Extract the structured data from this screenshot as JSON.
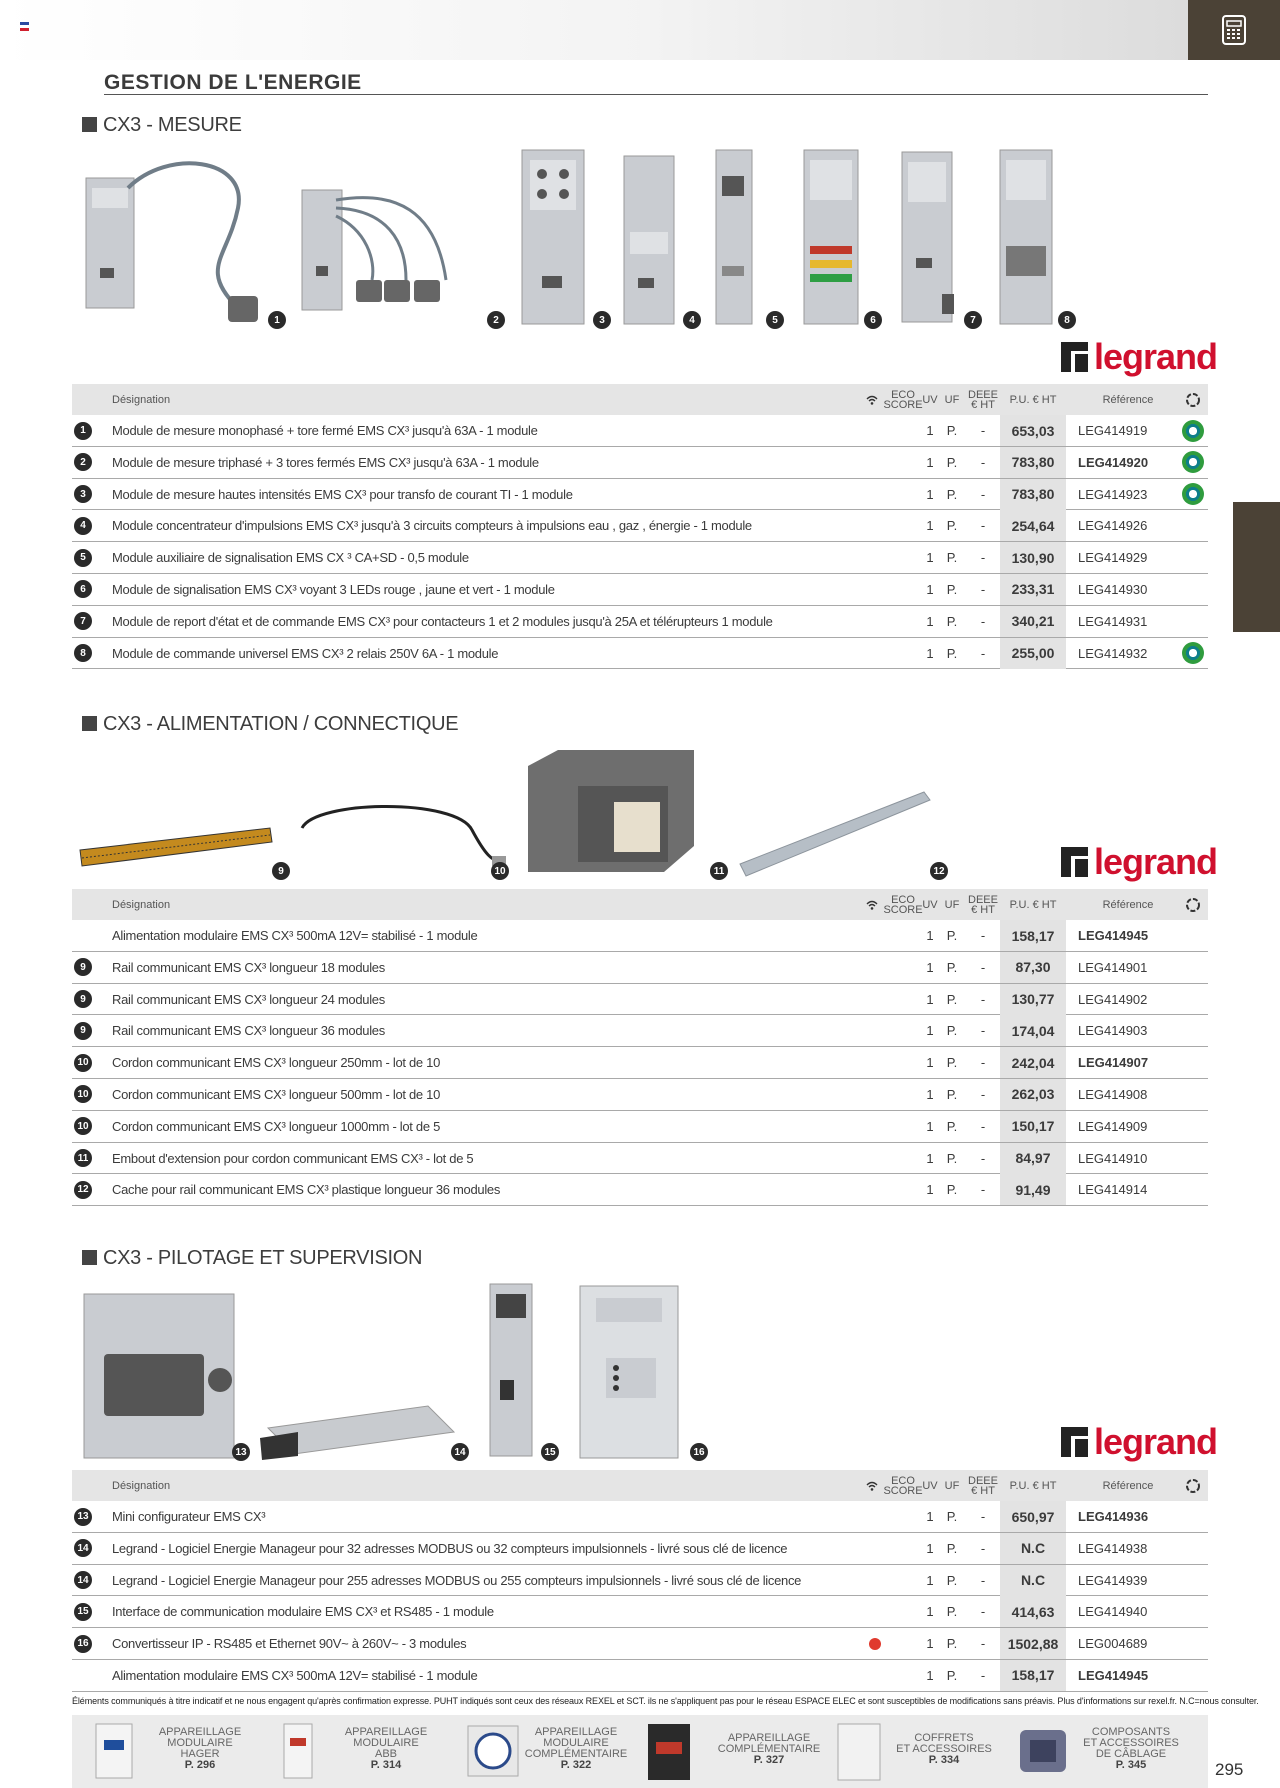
{
  "page": {
    "title": "GESTION DE L'ENERGIE",
    "number": "295",
    "footnote": "Éléments communiqués à titre indicatif et ne nous engagent qu'après confirmation expresse. PUHT indiqués sont ceux des réseaux REXEL et SCT. ils ne s'appliquent pas pour le réseau ESPACE ELEC et sont susceptibles de modifications sans préavis. Plus d'informations sur rexel.fr. N.C=nous consulter."
  },
  "brand": {
    "name": "legrand",
    "color": "#d0102e"
  },
  "headers": {
    "designation": "Désignation",
    "eco_score": [
      "ECO",
      "SCORE"
    ],
    "uv": "UV",
    "uf": "UF",
    "deee": [
      "DEEE",
      "€ HT"
    ],
    "pu": "P.U. € HT",
    "reference": "Référence"
  },
  "sections": [
    {
      "title": "CX3 - MESURE",
      "badges": [
        "1",
        "2",
        "3",
        "4",
        "5",
        "6",
        "7",
        "8"
      ],
      "rows": [
        {
          "num": "1",
          "designation": "Module de mesure monophasé + tore fermé EMS CX³ jusqu'à 63A - 1 module",
          "uv": "1",
          "uf": "P.",
          "deee": "-",
          "price": "653,03",
          "ref": "LEG414919",
          "ref_bold": false,
          "eco": true
        },
        {
          "num": "2",
          "designation": "Module de mesure triphasé + 3 tores fermés EMS CX³ jusqu'à 63A - 1 module",
          "uv": "1",
          "uf": "P.",
          "deee": "-",
          "price": "783,80",
          "ref": "LEG414920",
          "ref_bold": true,
          "eco": true
        },
        {
          "num": "3",
          "designation": "Module de mesure hautes intensités EMS CX³ pour transfo de courant TI - 1 module",
          "uv": "1",
          "uf": "P.",
          "deee": "-",
          "price": "783,80",
          "ref": "LEG414923",
          "ref_bold": false,
          "eco": true
        },
        {
          "num": "4",
          "designation": "Module concentrateur d'impulsions EMS CX³ jusqu'à 3 circuits compteurs à impulsions eau , gaz , énergie  - 1 module",
          "uv": "1",
          "uf": "P.",
          "deee": "-",
          "price": "254,64",
          "ref": "LEG414926",
          "ref_bold": false,
          "eco": false
        },
        {
          "num": "5",
          "designation": "Module auxiliaire de signalisation EMS CX ³ CA+SD - 0,5 module",
          "uv": "1",
          "uf": "P.",
          "deee": "-",
          "price": "130,90",
          "ref": "LEG414929",
          "ref_bold": false,
          "eco": false
        },
        {
          "num": "6",
          "designation": "Module de signalisation EMS CX³ voyant 3 LEDs rouge , jaune et vert - 1 module",
          "uv": "1",
          "uf": "P.",
          "deee": "-",
          "price": "233,31",
          "ref": "LEG414930",
          "ref_bold": false,
          "eco": false
        },
        {
          "num": "7",
          "designation": "Module de report d'état et de commande EMS CX³ pour contacteurs 1 et 2 modules jusqu'à 25A et télérupteurs 1 module",
          "uv": "1",
          "uf": "P.",
          "deee": "-",
          "price": "340,21",
          "ref": "LEG414931",
          "ref_bold": false,
          "eco": false
        },
        {
          "num": "8",
          "designation": "Module de commande universel EMS CX³ 2 relais 250V 6A - 1 module",
          "uv": "1",
          "uf": "P.",
          "deee": "-",
          "price": "255,00",
          "ref": "LEG414932",
          "ref_bold": false,
          "eco": true
        }
      ]
    },
    {
      "title": "CX3 - ALIMENTATION / CONNECTIQUE",
      "badges": [
        "9",
        "10",
        "11",
        "12"
      ],
      "rows": [
        {
          "num": "",
          "designation": "Alimentation modulaire EMS CX³ 500mA 12V= stabilisé - 1 module",
          "uv": "1",
          "uf": "P.",
          "deee": "-",
          "price": "158,17",
          "ref": "LEG414945",
          "ref_bold": true,
          "eco": false
        },
        {
          "num": "9",
          "designation": "Rail communicant EMS CX³ longueur 18 modules",
          "uv": "1",
          "uf": "P.",
          "deee": "-",
          "price": "87,30",
          "ref": "LEG414901",
          "ref_bold": false,
          "eco": false
        },
        {
          "num": "9",
          "designation": "Rail communicant EMS CX³ longueur 24 modules",
          "uv": "1",
          "uf": "P.",
          "deee": "-",
          "price": "130,77",
          "ref": "LEG414902",
          "ref_bold": false,
          "eco": false
        },
        {
          "num": "9",
          "designation": "Rail communicant EMS CX³ longueur 36 modules",
          "uv": "1",
          "uf": "P.",
          "deee": "-",
          "price": "174,04",
          "ref": "LEG414903",
          "ref_bold": false,
          "eco": false
        },
        {
          "num": "10",
          "designation": "Cordon communicant EMS CX³ longueur 250mm  -  lot de 10",
          "uv": "1",
          "uf": "P.",
          "deee": "-",
          "price": "242,04",
          "ref": "LEG414907",
          "ref_bold": true,
          "eco": false
        },
        {
          "num": "10",
          "designation": "Cordon communicant EMS CX³ longueur 500mm  -  lot de 10",
          "uv": "1",
          "uf": "P.",
          "deee": "-",
          "price": "262,03",
          "ref": "LEG414908",
          "ref_bold": false,
          "eco": false
        },
        {
          "num": "10",
          "designation": "Cordon communicant EMS CX³ longueur 1000mm  -  lot de 5",
          "uv": "1",
          "uf": "P.",
          "deee": "-",
          "price": "150,17",
          "ref": "LEG414909",
          "ref_bold": false,
          "eco": false
        },
        {
          "num": "11",
          "designation": "Embout d'extension pour cordon communicant EMS CX³  -  lot de 5",
          "uv": "1",
          "uf": "P.",
          "deee": "-",
          "price": "84,97",
          "ref": "LEG414910",
          "ref_bold": false,
          "eco": false
        },
        {
          "num": "12",
          "designation": "Cache pour rail communicant EMS CX³ plastique longueur 36 modules",
          "uv": "1",
          "uf": "P.",
          "deee": "-",
          "price": "91,49",
          "ref": "LEG414914",
          "ref_bold": false,
          "eco": false
        }
      ]
    },
    {
      "title": "CX3 - PILOTAGE ET SUPERVISION",
      "badges": [
        "13",
        "14",
        "15",
        "16"
      ],
      "rows": [
        {
          "num": "13",
          "designation": "Mini configurateur EMS CX³",
          "uv": "1",
          "uf": "P.",
          "deee": "-",
          "price": "650,97",
          "ref": "LEG414936",
          "ref_bold": true,
          "eco": false
        },
        {
          "num": "14",
          "designation": "Legrand - Logiciel Energie Manageur pour 32 adresses MODBUS ou 32 compteurs impulsionnels  -  livré sous clé de licence",
          "uv": "1",
          "uf": "P.",
          "deee": "-",
          "price": "N.C",
          "ref": "LEG414938",
          "ref_bold": false,
          "eco": false
        },
        {
          "num": "14",
          "designation": "Legrand - Logiciel Energie Manageur pour 255 adresses MODBUS ou 255 compteurs impulsionnels  -  livré sous clé de licence",
          "uv": "1",
          "uf": "P.",
          "deee": "-",
          "price": "N.C",
          "ref": "LEG414939",
          "ref_bold": false,
          "eco": false
        },
        {
          "num": "15",
          "designation": "Interface de communication modulaire EMS CX³ et RS485 - 1 module",
          "uv": "1",
          "uf": "P.",
          "deee": "-",
          "price": "414,63",
          "ref": "LEG414940",
          "ref_bold": false,
          "eco": false
        },
        {
          "num": "16",
          "designation": "Convertisseur IP - RS485 et Ethernet 90V~ à 260V~ - 3 modules",
          "uv": "1",
          "uf": "P.",
          "deee": "-",
          "price": "1502,88",
          "ref": "LEG004689",
          "ref_bold": false,
          "eco": false,
          "eco_score_warn": true
        },
        {
          "num": "",
          "designation": "Alimentation modulaire EMS CX³ 500mA 12V= stabilisé - 1 module",
          "uv": "1",
          "uf": "P.",
          "deee": "-",
          "price": "158,17",
          "ref": "LEG414945",
          "ref_bold": true,
          "eco": false
        }
      ]
    }
  ],
  "bottom_nav": [
    {
      "lines": [
        "APPAREILLAGE",
        "MODULAIRE",
        "HAGER"
      ],
      "page": "P. 296"
    },
    {
      "lines": [
        "APPAREILLAGE",
        "MODULAIRE",
        "ABB"
      ],
      "page": "P. 314"
    },
    {
      "lines": [
        "APPAREILLAGE",
        "MODULAIRE",
        "COMPLÉMENTAIRE"
      ],
      "page": "P. 322"
    },
    {
      "lines": [
        "APPAREILLAGE",
        "COMPLÉMENTAIRE"
      ],
      "page": "P. 327"
    },
    {
      "lines": [
        "COFFRETS",
        "ET ACCESSOIRES"
      ],
      "page": "P. 334"
    },
    {
      "lines": [
        "COMPOSANTS",
        "ET ACCESSOIRES",
        "DE CÂBLAGE"
      ],
      "page": "P. 345"
    }
  ]
}
